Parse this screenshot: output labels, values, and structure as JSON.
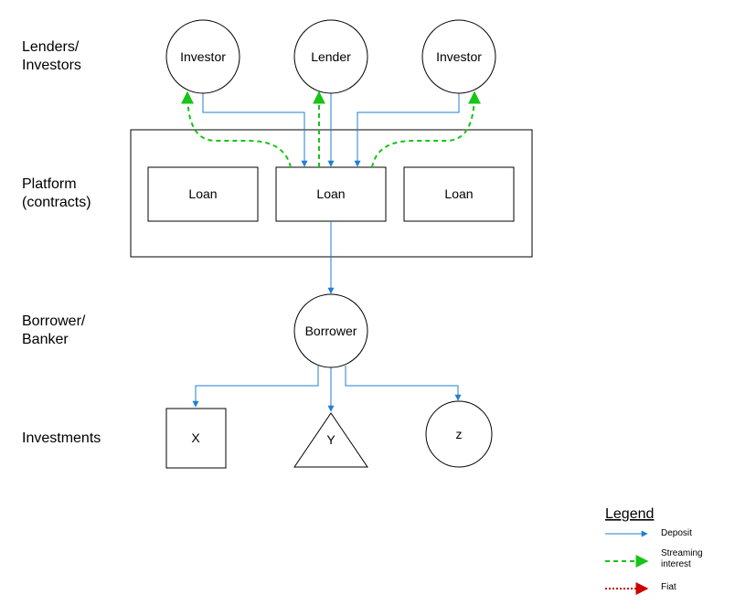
{
  "rows": {
    "lenders": [
      "Lenders/",
      "Investors"
    ],
    "platform": [
      "Platform",
      "(contracts)"
    ],
    "borrower": [
      "Borrower/",
      "Banker"
    ],
    "investments": [
      "Investments"
    ]
  },
  "nodes": {
    "investor_left": "Investor",
    "lender": "Lender",
    "investor_right": "Investor",
    "loan_left": "Loan",
    "loan_center": "Loan",
    "loan_right": "Loan",
    "borrower": "Borrower",
    "x": "X",
    "y": "Y",
    "z": "z"
  },
  "legend": {
    "title": "Legend",
    "deposit": [
      "Deposit"
    ],
    "streaming": [
      "Streaming",
      "interest"
    ],
    "fiat": [
      "Fiat"
    ]
  },
  "colors": {
    "deposit": "#1f7fd6",
    "streaming": "#17c417",
    "fiat": "#cc0000",
    "stroke": "#000000"
  }
}
